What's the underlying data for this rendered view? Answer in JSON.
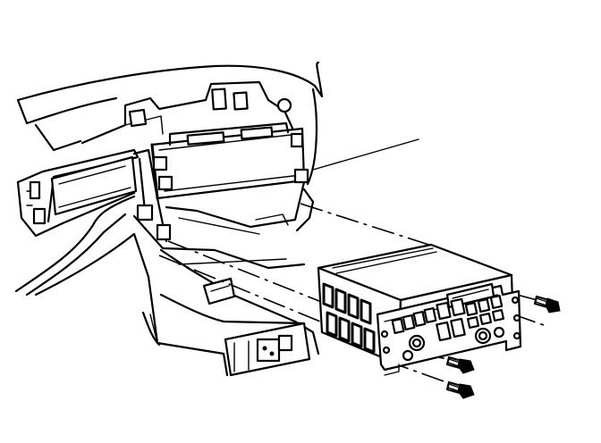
{
  "diagram": {
    "parts": [
      "instrument-panel",
      "radio-opening",
      "radio-mounting-bracket",
      "console",
      "radio-receiver",
      "mounting-screw"
    ],
    "fastener_count": 3,
    "colors": {
      "line": "#000000",
      "background": "#ffffff"
    }
  }
}
